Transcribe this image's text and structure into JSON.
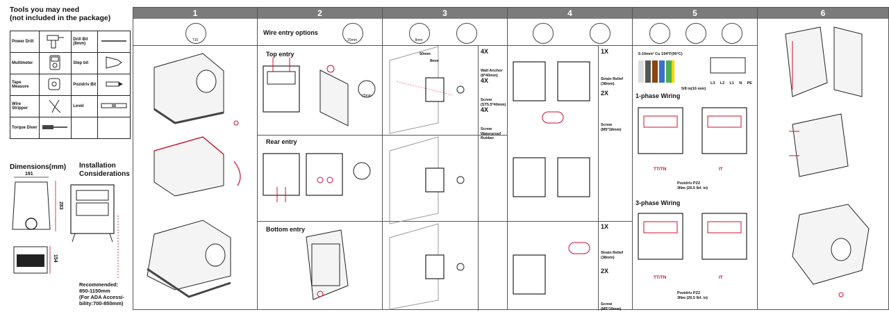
{
  "tools": {
    "title_line1": "Tools you may need",
    "title_line2": "(not included in the package)",
    "items": [
      {
        "label": "Power Drill",
        "icon": "power-drill-icon"
      },
      {
        "label": "Drill Bit (8mm)",
        "icon": "drill-bit-icon"
      },
      {
        "label": "Multimeter",
        "icon": "multimeter-icon"
      },
      {
        "label": "Step bit",
        "icon": "step-bit-icon"
      },
      {
        "label": "Tape Measure",
        "icon": "tape-measure-icon"
      },
      {
        "label": "Pozidriv Bit",
        "icon": "pozidriv-bit-icon"
      },
      {
        "label": "Wire Stripper",
        "icon": "wire-stripper-icon"
      },
      {
        "label": "Level",
        "icon": "level-icon"
      },
      {
        "label": "Torque Diver",
        "icon": "torque-driver-icon"
      }
    ]
  },
  "dimensions": {
    "title": "Dimensions(mm)",
    "width": "191",
    "height": "283",
    "depth": "154"
  },
  "installation": {
    "title_line1": "Installation",
    "title_line2": "Considerations",
    "rec1": "Recommended:",
    "rec2": "850-1150mm",
    "rec3": "(For ADA Accessi-",
    "rec4": "bility:700-850mm)"
  },
  "steps": {
    "s1": {
      "num": "1",
      "tool_label": "T15"
    },
    "s2": {
      "num": "2",
      "title": "Wire entry options",
      "tool_label": "25mm",
      "top": "Top entry",
      "rear": "Rear entry",
      "bottom": "Bottom entry",
      "hole_label": "25mm"
    },
    "s3": {
      "num": "3",
      "bit_label": "8mm",
      "qty1": "4X",
      "anchor": "Wall Anchor (8*40mm)",
      "qty2": "4X",
      "screw": "Screw (ST5.5*40mm)",
      "qty3": "4X",
      "washer": "Screw Waterproof Rubber",
      "mark1": "50mm",
      "mark2": "8mm"
    },
    "s4": {
      "num": "4",
      "qty1": "1X",
      "relief": "Strain Relief (38mm)",
      "qty2": "2X",
      "screw": "Screw (M5*18mm)"
    },
    "s5": {
      "num": "5",
      "cable_spec": "6-10mm² Cu 194°F(90°C)",
      "strip": "5/8 in(16 mm)",
      "wire_labels": [
        "L3",
        "L2",
        "L1",
        "N",
        "PE"
      ],
      "one_phase": "1-phase Wiring",
      "three_phase": "3-phase Wiring",
      "tt_tn": "TT/TN",
      "it": "IT",
      "driver1": "Pozidriv PZ2",
      "torque1": "3Nm (26.5 lbf. in)",
      "driver2": "Pozidriv PZ2",
      "torque2": "3Nm (26.5 lbf. in)"
    },
    "s6": {
      "num": "6"
    }
  },
  "colors": {
    "accent": "#c8102e",
    "header": "#7b7b7b",
    "line": "#555555"
  }
}
